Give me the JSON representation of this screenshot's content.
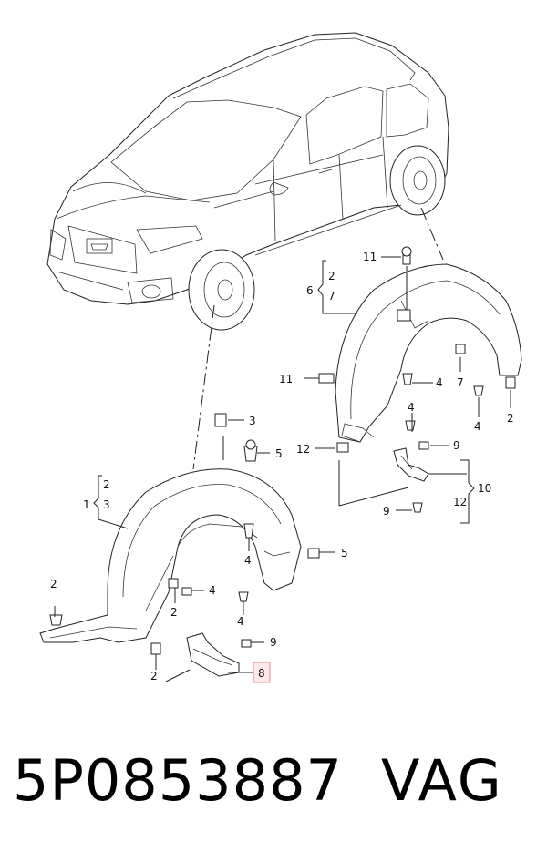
{
  "diagram": {
    "labels": {
      "n1": "1",
      "n2a": "2",
      "n3a": "3",
      "n3b": "3",
      "n2b": "2",
      "n2c": "2",
      "n2d": "2",
      "n4a": "4",
      "n4b": "4",
      "n4c": "4",
      "n5a": "5",
      "n5b": "5",
      "n8": "8",
      "n9a": "9",
      "n6": "6",
      "n7a": "7",
      "n2e": "2",
      "n11a": "11",
      "n11b": "11",
      "n4d": "4",
      "n4e": "4",
      "n4f": "4",
      "n7b": "7",
      "n2f": "2",
      "n12a": "12",
      "n9b": "9",
      "n9c": "9",
      "n10": "10",
      "n12b": "12"
    }
  },
  "footer": {
    "part_number": "5P0853887",
    "brand": "VAG"
  }
}
